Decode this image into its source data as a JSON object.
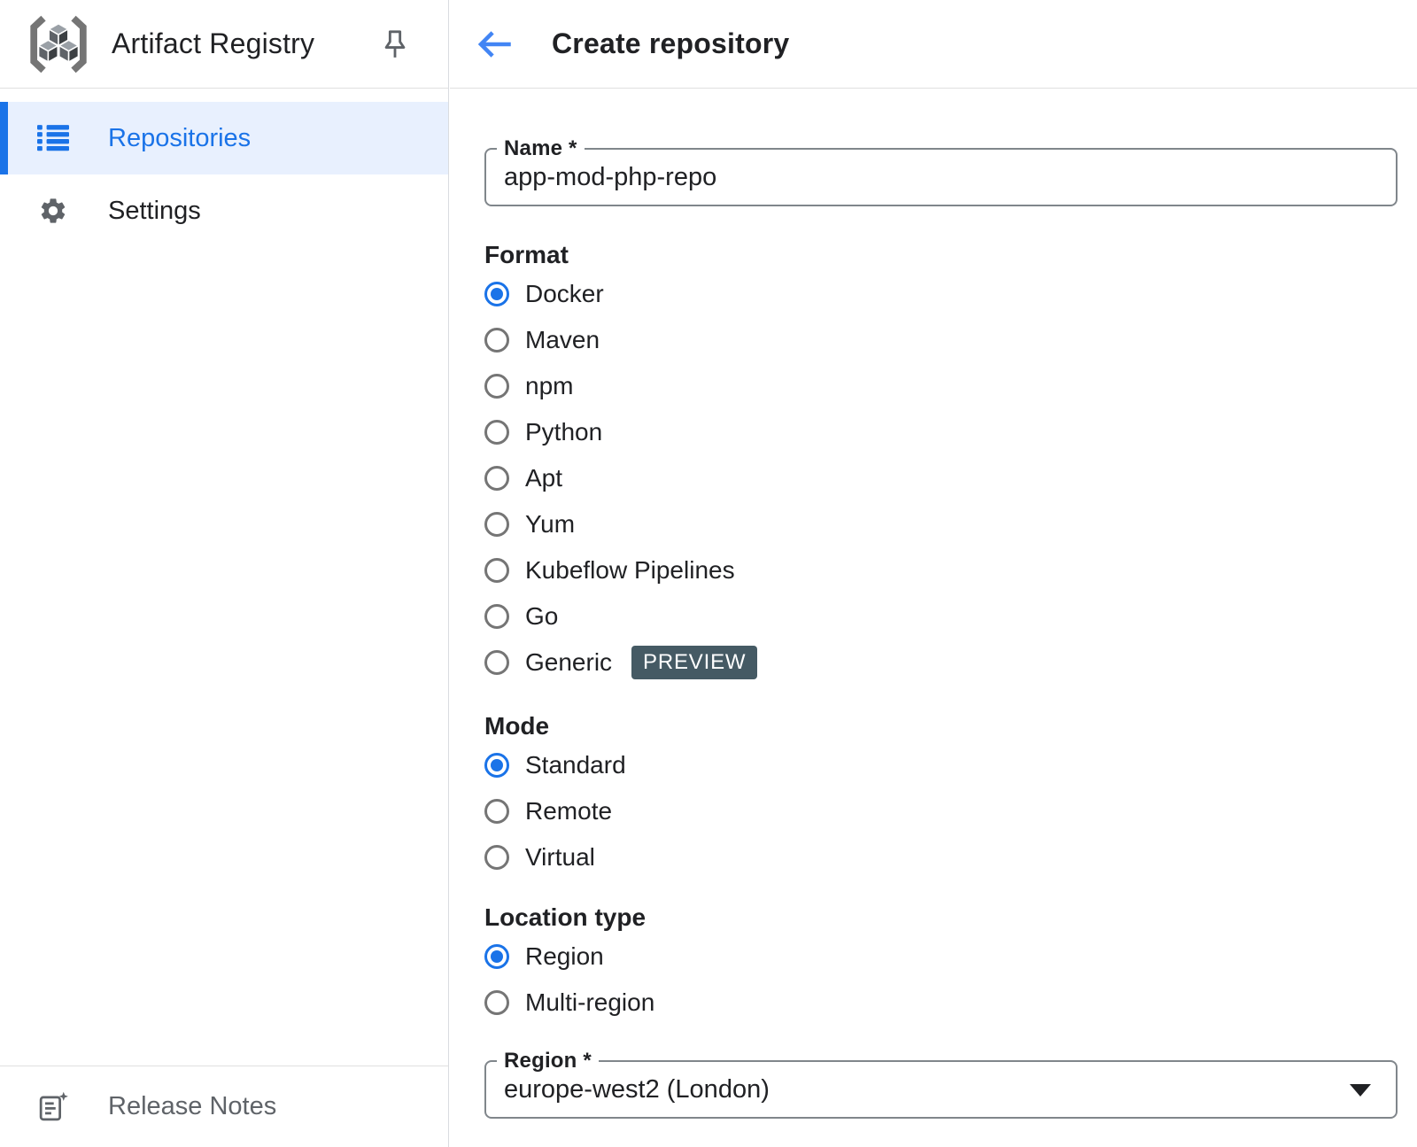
{
  "colors": {
    "accent": "#1a73e8",
    "selected_nav_bg": "#e8f0fe",
    "badge_bg": "#455a64",
    "text": "#202124",
    "muted_text": "#5f6368",
    "divider": "#e0e0e0",
    "field_border": "#80868b"
  },
  "sidebar": {
    "title": "Artifact Registry",
    "pin_icon": "pin-icon",
    "items": [
      {
        "label": "Repositories",
        "icon": "list-icon",
        "selected": true
      },
      {
        "label": "Settings",
        "icon": "gear-icon",
        "selected": false
      }
    ],
    "footer_item": {
      "label": "Release Notes",
      "icon": "release-notes-icon"
    }
  },
  "header": {
    "back_icon": "arrow-left-icon",
    "title": "Create repository"
  },
  "form": {
    "name_field": {
      "label": "Name *",
      "value": "app-mod-php-repo"
    },
    "format_group": {
      "label": "Format",
      "options": [
        {
          "label": "Docker",
          "selected": true
        },
        {
          "label": "Maven",
          "selected": false
        },
        {
          "label": "npm",
          "selected": false
        },
        {
          "label": "Python",
          "selected": false
        },
        {
          "label": "Apt",
          "selected": false
        },
        {
          "label": "Yum",
          "selected": false
        },
        {
          "label": "Kubeflow Pipelines",
          "selected": false
        },
        {
          "label": "Go",
          "selected": false
        },
        {
          "label": "Generic",
          "selected": false,
          "badge": "PREVIEW"
        }
      ]
    },
    "mode_group": {
      "label": "Mode",
      "options": [
        {
          "label": "Standard",
          "selected": true
        },
        {
          "label": "Remote",
          "selected": false
        },
        {
          "label": "Virtual",
          "selected": false
        }
      ]
    },
    "location_group": {
      "label": "Location type",
      "options": [
        {
          "label": "Region",
          "selected": true
        },
        {
          "label": "Multi-region",
          "selected": false
        }
      ]
    },
    "region_field": {
      "label": "Region *",
      "value": "europe-west2 (London)",
      "dropdown": true
    }
  }
}
